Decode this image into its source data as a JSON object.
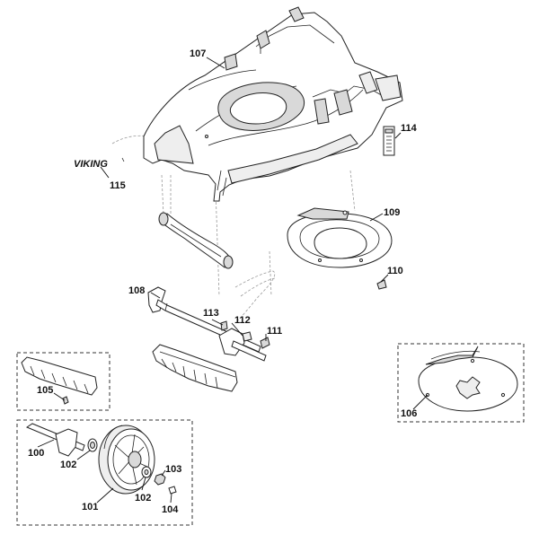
{
  "brand": {
    "logo_text": "VIKING"
  },
  "callouts": {
    "c100": "100",
    "c101": "101",
    "c102a": "102",
    "c102b": "102",
    "c103": "103",
    "c104": "104",
    "c105": "105",
    "c106": "106",
    "c107": "107",
    "c108": "108",
    "c109": "109",
    "c110": "110",
    "c111": "111",
    "c112": "112",
    "c113": "113",
    "c114": "114",
    "c115": "115"
  }
}
